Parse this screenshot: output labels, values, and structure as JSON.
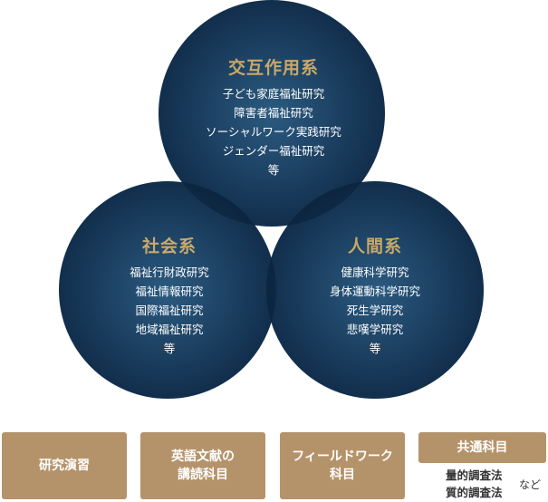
{
  "circles": [
    {
      "title": "交互作用系",
      "items": [
        "子ども家庭福祉研究",
        "障害者福祉研究",
        "ソーシャルワーク実践研究",
        "ジェンダー福祉研究",
        "等"
      ]
    },
    {
      "title": "社会系",
      "items": [
        "福祉行財政研究",
        "福祉情報研究",
        "国際福祉研究",
        "地域福祉研究",
        "等"
      ]
    },
    {
      "title": "人間系",
      "items": [
        "健康科学研究",
        "身体運動科学研究",
        "死生学研究",
        "悲嘆学研究",
        "等"
      ]
    }
  ],
  "boxes": {
    "seminar": [
      "研究演習"
    ],
    "english": [
      "英語文献の",
      "講読科目"
    ],
    "fieldwork": [
      "フィールドワーク",
      "科目"
    ],
    "common": {
      "title": "共通科目",
      "items": [
        "量的調査法",
        "質的調査法"
      ],
      "suffix": "など"
    }
  },
  "colors": {
    "circle_center": "#2b5a80",
    "circle_edge": "#0f2a47",
    "title_gold": "#c9a86a",
    "box_tan": "#b5936a"
  }
}
